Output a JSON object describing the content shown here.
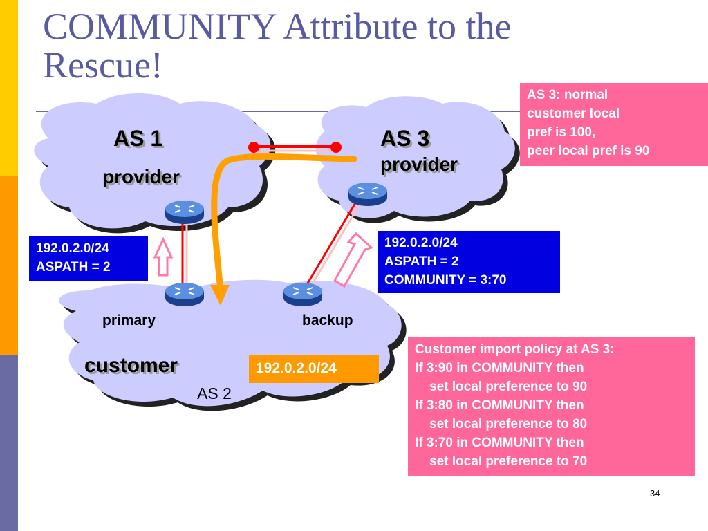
{
  "slide": {
    "title_line1": "COMMUNITY Attribute to the",
    "title_line2": "Rescue!",
    "page_number": "34"
  },
  "clouds": {
    "as1": {
      "name": "AS 1",
      "role": "provider"
    },
    "as3": {
      "name": "AS 3",
      "role": "provider"
    },
    "as2": {
      "name": "customer",
      "as_label": "AS 2"
    }
  },
  "routers": {
    "primary_label": "primary",
    "backup_label": "backup"
  },
  "boxes": {
    "as1_announce": [
      "192.0.2.0/24",
      "ASPATH = 2"
    ],
    "as3_announce": [
      "192.0.2.0/24",
      "ASPATH = 2",
      "COMMUNITY = 3:70"
    ],
    "customer_prefix": "192.0.2.0/24",
    "as3_note": [
      "AS 3: normal",
      "customer local",
      "pref is 100,",
      "peer local pref is 90"
    ],
    "policy": [
      "Customer import policy at AS 3:",
      "If 3:90 in COMMUNITY then",
      "    set local preference to 90",
      "If 3:80 in COMMUNITY then",
      "    set local preference to 80",
      "If 3:70 in COMMUNITY then",
      "    set local preference to 70"
    ]
  },
  "colors": {
    "title": "#5a5aa0",
    "rule": "#6b6ba3",
    "cloud_fill": "#ccccff",
    "cloud_shadow": "#222222",
    "blue_box": "#0000e0",
    "pink_box": "#ff6699",
    "orange_box": "#ff9900",
    "orange_path": "#ffa000",
    "link_red": "#ff0000",
    "arrow_pink": "#ff7aa8",
    "sidebar_top": "#ffcc00",
    "sidebar_mid": "#ff9900",
    "sidebar_bottom": "#6b6ba3",
    "router_body": "#3366cc"
  },
  "icons": [
    "router-icon",
    "up-arrow-icon"
  ]
}
